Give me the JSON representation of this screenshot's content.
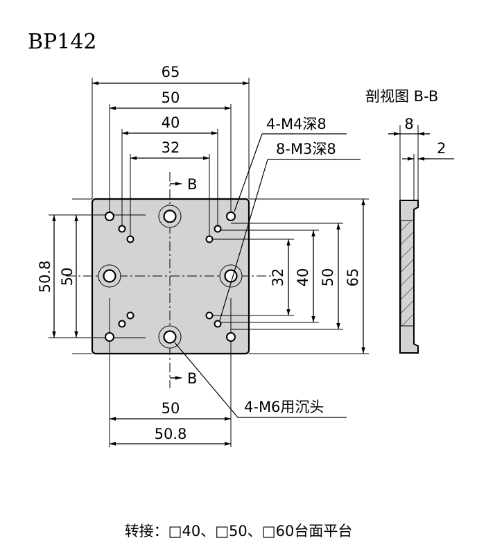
{
  "title": "BP142",
  "section_label": "剖视图 B-B",
  "section_mark": "B",
  "dims_top": [
    "65",
    "50",
    "40",
    "32"
  ],
  "dims_right": [
    "32",
    "40",
    "50",
    "65"
  ],
  "dims_left": [
    "50.8",
    "50"
  ],
  "dims_bottom": [
    "50",
    "50.8"
  ],
  "section_dims": [
    "8",
    "2"
  ],
  "callouts": {
    "m4": "4-M4深8",
    "m3": "8-M3深8",
    "m6": "4-M6用沉头"
  },
  "caption": "转接：□40、□50、□60台面平台"
}
